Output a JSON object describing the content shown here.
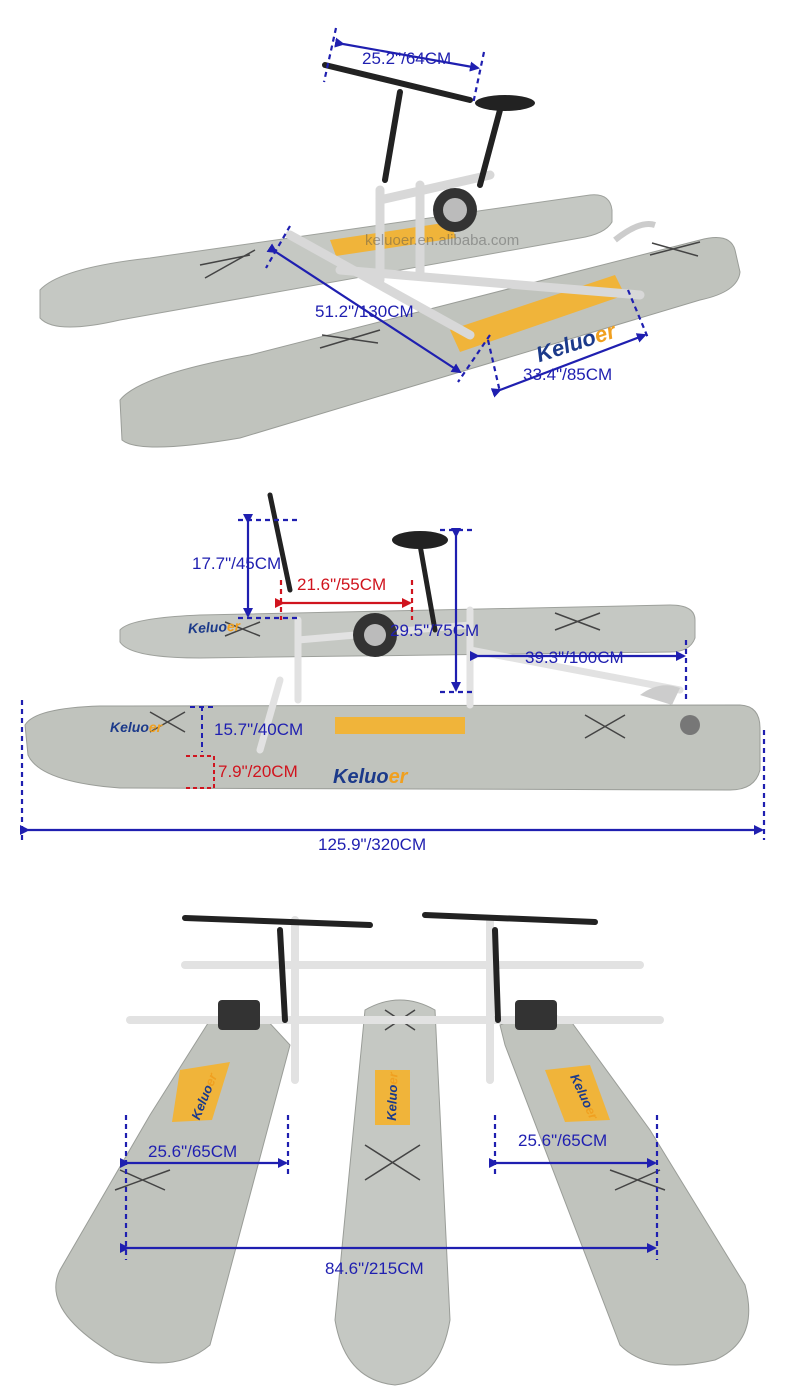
{
  "colors": {
    "dimension_blue": "#1f1fb0",
    "dimension_red": "#d0141e",
    "pontoon_gray": "#b9bdb7",
    "deck_yellow": "#f0b43a",
    "brand_blue": "#1c3a8a",
    "brand_orange": "#f0a020"
  },
  "brand": {
    "name_main": "Keluo",
    "name_accent": "er"
  },
  "watermark": "keluoer.en.alibaba.com",
  "top_view": {
    "handlebar_width": "25.2\"/64CM",
    "frame_length": "51.2\"/130CM",
    "pontoon_spacing": "33.4\"/85CM"
  },
  "side_view": {
    "handlebar_height": "17.7\"/45CM",
    "seat_to_bar": "21.6\"/55CM",
    "seat_height": "29.5\"/75CM",
    "propeller_reach": "39.3\"/100CM",
    "pontoon_width": "15.7\"/40CM",
    "pontoon_height": "7.9\"/20CM",
    "total_length": "125.9\"/320CM"
  },
  "front_view": {
    "left_width": "25.6\"/65CM",
    "right_width": "25.6\"/65CM",
    "total_width": "84.6\"/215CM"
  }
}
